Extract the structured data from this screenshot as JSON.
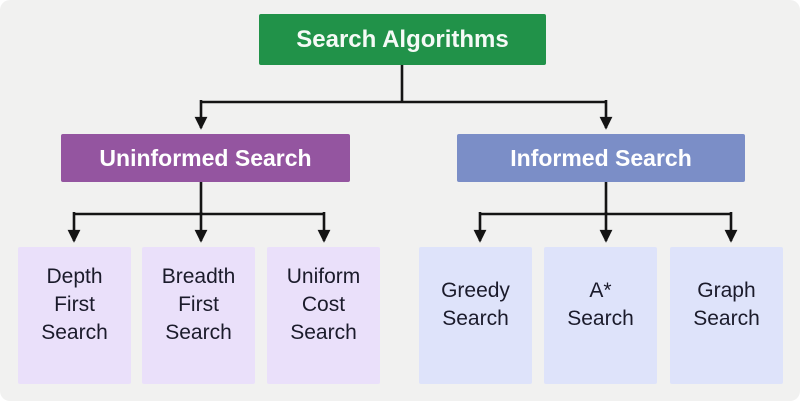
{
  "diagram": {
    "title": "Search algorithms classification tree",
    "root": {
      "label": "Search Algorithms"
    },
    "branches": [
      {
        "label": "Uninformed Search",
        "children": [
          {
            "label": "Depth\nFirst\nSearch"
          },
          {
            "label": "Breadth\nFirst\nSearch"
          },
          {
            "label": "Uniform\nCost\nSearch"
          }
        ]
      },
      {
        "label": "Informed Search",
        "children": [
          {
            "label": "Greedy\nSearch"
          },
          {
            "label": "A*\nSearch"
          },
          {
            "label": "Graph\nSearch"
          }
        ]
      }
    ]
  },
  "colors": {
    "background": "#f1f1f0",
    "root_box": "#219249",
    "uninformed_box": "#9455a0",
    "informed_box": "#7b8ec7",
    "uninformed_leaf_box": "#eae0fa",
    "informed_leaf_box": "#dee3fa",
    "connector_line": "#141414",
    "leaf_text": "#1b1b2b",
    "branch_text": "#ffffff"
  }
}
